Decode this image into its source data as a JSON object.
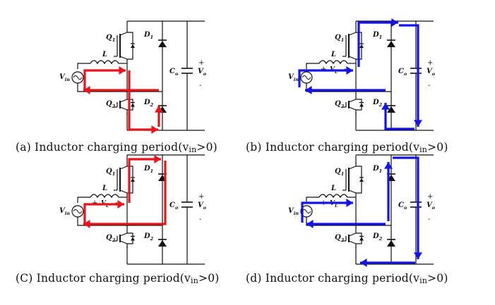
{
  "panels": [
    {
      "id": "a",
      "caption": {
        "prefix": "(a) Inductor charging period(v",
        "sub": "in",
        "suffix": ">0)"
      },
      "arrow_color": "#e8141b",
      "labels": {
        "q1": "Q",
        "q1_sub": "1",
        "q2": "Q",
        "q2_sub": "2",
        "d1": "D",
        "d1_sub": "1",
        "d2": "D",
        "d2_sub": "2",
        "l": "L",
        "co": "C",
        "co_sub": "o",
        "vo": "V",
        "vo_sub": "o",
        "vin": "V",
        "vin_sub": "in",
        "plus": "+",
        "minus": "-",
        "vl": "",
        "vl_sub": ""
      }
    },
    {
      "id": "b",
      "caption": {
        "prefix": "(b) Inductor charging period(v",
        "sub": "in",
        "suffix": ">0)"
      },
      "arrow_color": "#1414e6",
      "labels": {
        "q1": "Q",
        "q1_sub": "1",
        "q2": "Q",
        "q2_sub": "2",
        "d1": "D",
        "d1_sub": "1",
        "d2": "D",
        "d2_sub": "2",
        "l": "L",
        "co": "C",
        "co_sub": "o",
        "vo": "V",
        "vo_sub": "o",
        "vin": "V",
        "vin_sub": "in",
        "plus": "+",
        "minus": "-",
        "vl": "V",
        "vl_sub": "L"
      }
    },
    {
      "id": "c",
      "caption": {
        "prefix": "(C) Inductor charging period(v",
        "sub": "in",
        "suffix": ">0)"
      },
      "arrow_color": "#e8141b",
      "labels": {
        "q1": "Q",
        "q1_sub": "1",
        "q2": "Q",
        "q2_sub": "2",
        "d1": "D",
        "d1_sub": "1",
        "d2": "D",
        "d2_sub": "2",
        "l": "L",
        "co": "C",
        "co_sub": "o",
        "vo": "V",
        "vo_sub": "o",
        "vin": "V",
        "vin_sub": "in",
        "plus": "+",
        "minus": "-",
        "vl": "V",
        "vl_sub": "L"
      }
    },
    {
      "id": "d",
      "caption": {
        "prefix": "(d) Inductor charging period(v",
        "sub": "in",
        "suffix": ">0)"
      },
      "arrow_color": "#1414e6",
      "labels": {
        "q1": "Q",
        "q1_sub": "1",
        "q2": "Q",
        "q2_sub": "2",
        "d1": "D",
        "d1_sub": "1",
        "d2": "D",
        "d2_sub": "2",
        "l": "L",
        "co": "C",
        "co_sub": "o",
        "vo": "V",
        "vo_sub": "o",
        "vin": "V",
        "vin_sub": "in",
        "plus": "+",
        "minus": "-",
        "vl": "V",
        "vl_sub": "L"
      }
    }
  ]
}
